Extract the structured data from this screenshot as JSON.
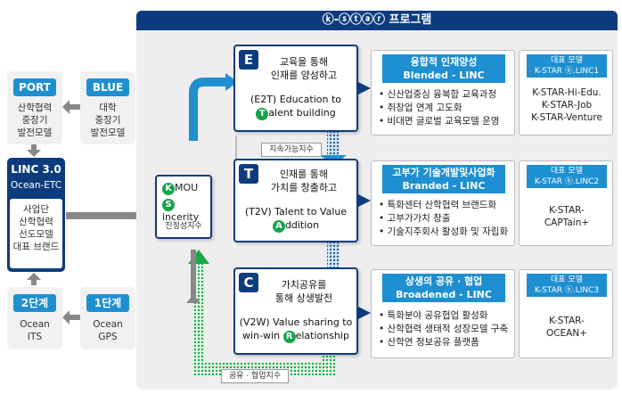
{
  "title": "ⓚ-ⓢⓣⓐⓡ 프로그램",
  "left": {
    "port": {
      "label": "PORT",
      "text": [
        "산학협력",
        "중장기",
        "발전모델"
      ]
    },
    "blue": {
      "label": "BLUE",
      "text": [
        "대학",
        "중장기",
        "발전모델"
      ]
    },
    "linc": {
      "label": "LINC 3.0",
      "sub": "Ocean-ETC",
      "text": [
        "사업단",
        "산학협력",
        "선도모델",
        "대표 브랜드"
      ]
    },
    "stage2": {
      "label": "2단계",
      "text": [
        "Ocean",
        "ITS"
      ]
    },
    "stage1": {
      "label": "1단계",
      "text": [
        "Ocean",
        "GPS"
      ]
    }
  },
  "ks": {
    "k_letter": "K",
    "k_text": "MOU",
    "s_letter": "S",
    "s_text": "incerity",
    "caption": "진정성지수"
  },
  "loop_labels": {
    "sustain": "지속가능지수",
    "share": "공유 · 협업지수"
  },
  "rows": [
    {
      "letter": "E",
      "card": [
        "교육을 통해",
        "인재를 양성하고",
        "(E2T) Education to"
      ],
      "dot_letter": "T",
      "dot_text": "alent building",
      "head1": "융합적 인재양성",
      "head2": "Blended - LINC",
      "bullets": [
        "신산업중심 융복합 교육과정",
        "취창업 연계 고도화",
        "비대면 글로벌 교육모델 운영"
      ],
      "model_head1": "대표 모델",
      "model_head2": "K-STAR ⓑ.LINC1",
      "models": [
        "K-STAR-Hi-Edu.",
        "K-STAR-Job",
        "K-STAR-Venture"
      ]
    },
    {
      "letter": "T",
      "card": [
        "인재를 통해",
        "가치를 창출하고",
        "(T2V) Talent to Value"
      ],
      "dot_letter": "A",
      "dot_text": "ddition",
      "head1": "고부가 기술개발및사업화",
      "head2": "Branded - LINC",
      "bullets": [
        "특화센터 산학협력 브랜드화",
        "고부가가치 창출",
        "기술지주회사 활성화 및 자립화"
      ],
      "model_head1": "대표 모델",
      "model_head2": "K-STAR ⓑ.LINC2",
      "models": [
        "K-STAR-",
        "CAPTain+"
      ]
    },
    {
      "letter": "C",
      "card": [
        "가치공유를",
        "통해 상생발전",
        "(V2W) Value sharing to"
      ],
      "dot_pre": "win-win ",
      "dot_letter": "R",
      "dot_text": "elationship",
      "head1": "상생의 공유 · 협업",
      "head2": "Broadened - LINC",
      "bullets": [
        "특화분야 공유협업 활성화",
        "산학협력 생태적 성장모델 구축",
        "산학연 정보공유 플랫폼"
      ],
      "model_head1": "대표 모델",
      "model_head2": "K-STAR ⓑ.LINC3",
      "models": [
        "K-STAR-",
        "OCEAN+"
      ]
    }
  ]
}
